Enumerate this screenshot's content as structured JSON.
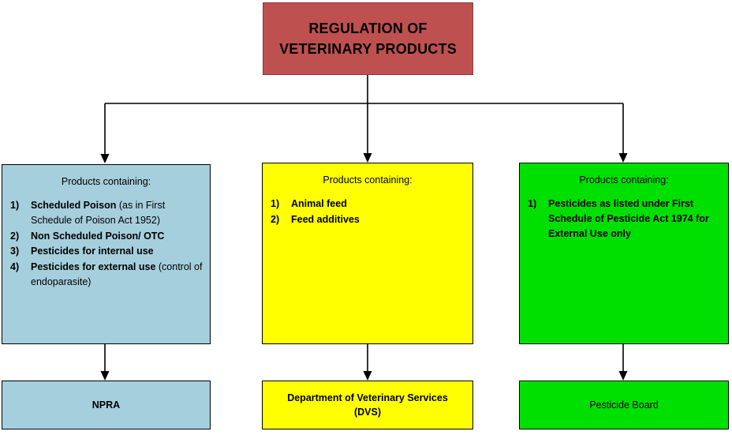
{
  "title": {
    "line1": "REGULATION OF",
    "line2": "VETERINARY PRODUCTS",
    "color": "#bf5050"
  },
  "branches": [
    {
      "id": "npra",
      "color": "#a6cfdd",
      "heading": "Products containing:",
      "items": [
        {
          "num": "1)",
          "bold": "Scheduled  Poison",
          "rest": " (as in First Schedule of Poison Act 1952)"
        },
        {
          "num": "2)",
          "bold": "Non Scheduled Poison/ OTC",
          "rest": ""
        },
        {
          "num": "3)",
          "bold": "Pesticides for internal use",
          "rest": ""
        },
        {
          "num": "4)",
          "bold": "Pesticides  for  external   use",
          "rest": " (control of endoparasite)"
        }
      ],
      "agency": "NPRA"
    },
    {
      "id": "dvs",
      "color": "#ffff00",
      "heading": "Products containing:",
      "items": [
        {
          "num": "1)",
          "bold": "Animal feed",
          "rest": ""
        },
        {
          "num": "2)",
          "bold": "Feed additives",
          "rest": ""
        }
      ],
      "agency": "Department of Veterinary Services (DVS)",
      "agency_line1": "Department of Veterinary Services",
      "agency_line2": "(DVS)"
    },
    {
      "id": "pesticide-board",
      "color": "#00e000",
      "heading": "Products containing:",
      "items": [
        {
          "num": "1)",
          "bold": "Pesticides as listed under First Schedule of Pesticide Act 1974 for External Use only",
          "rest": ""
        }
      ],
      "agency": "Pesticide Board"
    }
  ]
}
